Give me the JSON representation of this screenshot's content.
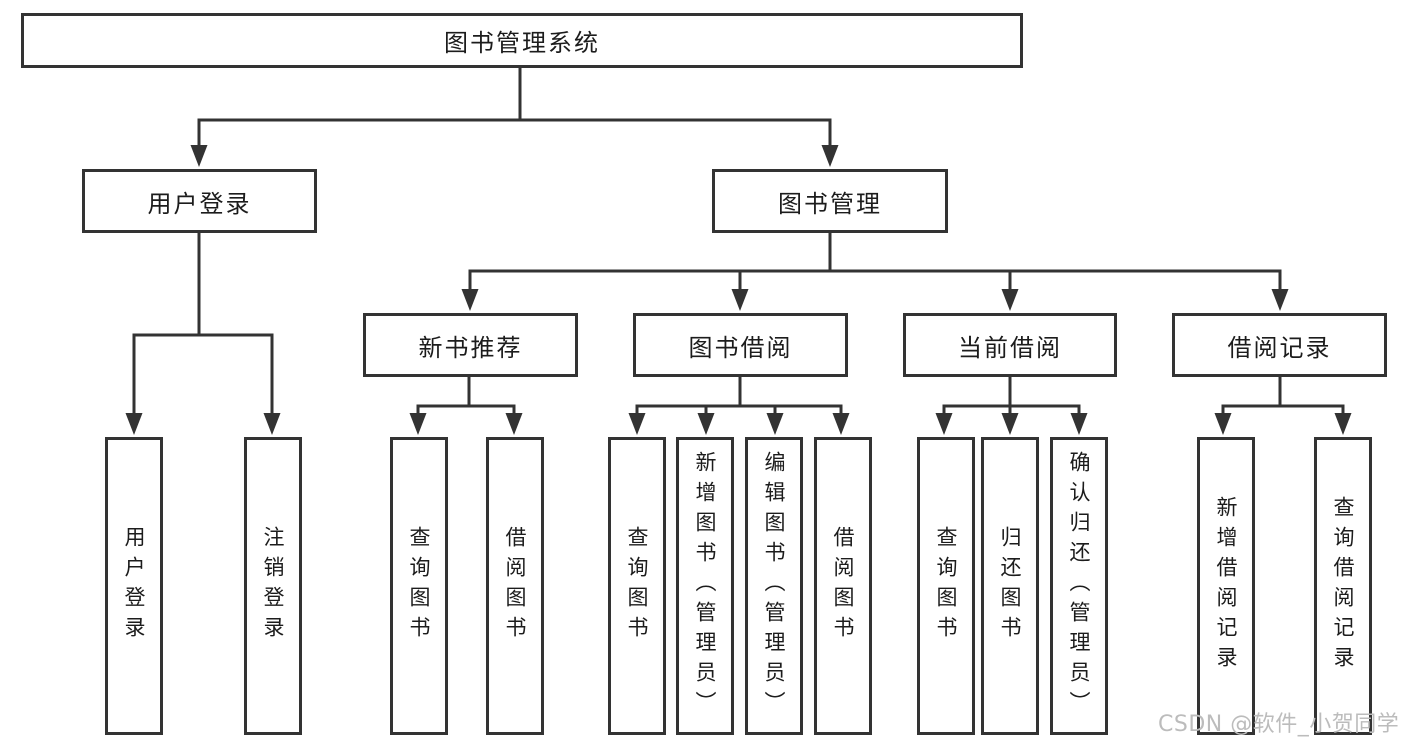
{
  "diagram": {
    "type": "tree",
    "title": "图书管理系统",
    "watermark": "CSDN @软件_小贺同学",
    "colors": {
      "line": "#333333",
      "box_border": "#333333",
      "text": "#1c1c1c",
      "background": "#ffffff",
      "watermark": "#bcbcbc"
    },
    "tree": {
      "label": "图书管理系统",
      "children": [
        {
          "label": "用户登录",
          "children": [
            {
              "label": "用户登录"
            },
            {
              "label": "注销登录"
            }
          ]
        },
        {
          "label": "图书管理",
          "children": [
            {
              "label": "新书推荐",
              "children": [
                {
                  "label": "查询图书"
                },
                {
                  "label": "借阅图书"
                }
              ]
            },
            {
              "label": "图书借阅",
              "children": [
                {
                  "label": "查询图书"
                },
                {
                  "label": "新增图书（管理员）"
                },
                {
                  "label": "编辑图书（管理员）"
                },
                {
                  "label": "借阅图书"
                }
              ]
            },
            {
              "label": "当前借阅",
              "children": [
                {
                  "label": "查询图书"
                },
                {
                  "label": "归还图书"
                },
                {
                  "label": "确认归还（管理员）"
                }
              ]
            },
            {
              "label": "借阅记录",
              "children": [
                {
                  "label": "新增借阅记录"
                },
                {
                  "label": "查询借阅记录"
                }
              ]
            }
          ]
        }
      ]
    }
  }
}
